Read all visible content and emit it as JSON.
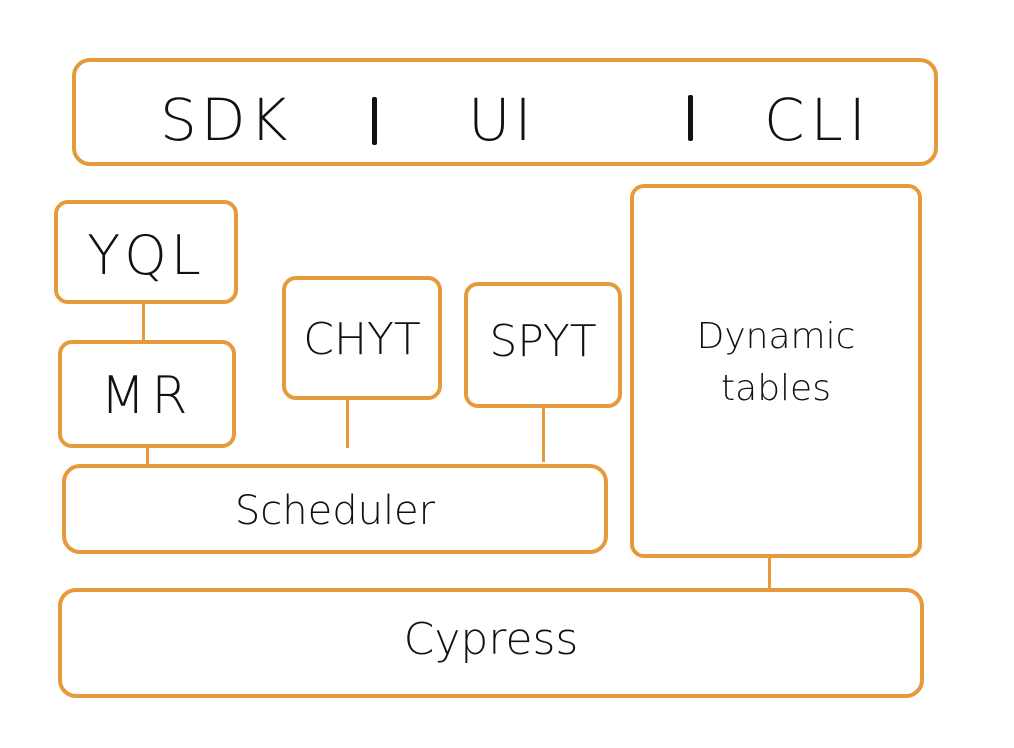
{
  "diagram": {
    "top_bar": {
      "sdk": "SDK",
      "ui": "UI",
      "cli": "CLI"
    },
    "boxes": {
      "yql": "YQL",
      "mr": "MR",
      "chyt": "CHYT",
      "spyt": "SPYT",
      "dynamic_tables_line1": "Dynamic",
      "dynamic_tables_line2": "tables",
      "scheduler": "Scheduler",
      "cypress": "Cypress"
    },
    "colors": {
      "outline": "#e69a3c",
      "text": "#111111"
    }
  }
}
